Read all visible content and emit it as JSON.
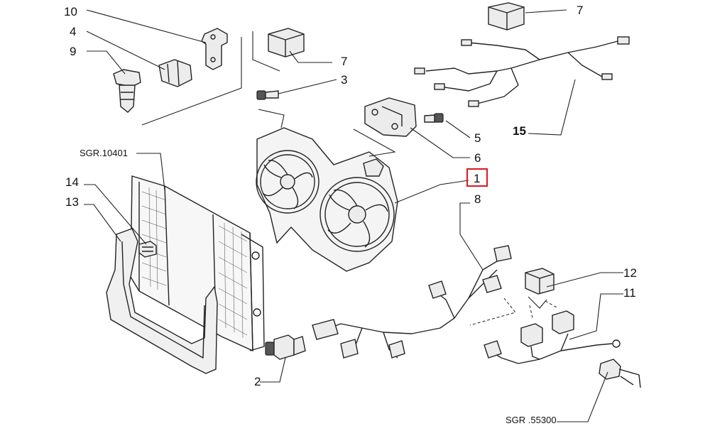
{
  "callouts": {
    "c1": "1",
    "c2": "2",
    "c3": "3",
    "c4": "4",
    "c5": "5",
    "c6": "6",
    "c7a": "7",
    "c7b": "7",
    "c8": "8",
    "c9": "9",
    "c10": "10",
    "c11": "11",
    "c12": "12",
    "c13": "13",
    "c14": "14",
    "c15": "15"
  },
  "references": {
    "ref1": "SGR.10401",
    "ref2": "SGR .55300"
  },
  "colors": {
    "highlight": "#e0161b",
    "linework": "#222222"
  }
}
